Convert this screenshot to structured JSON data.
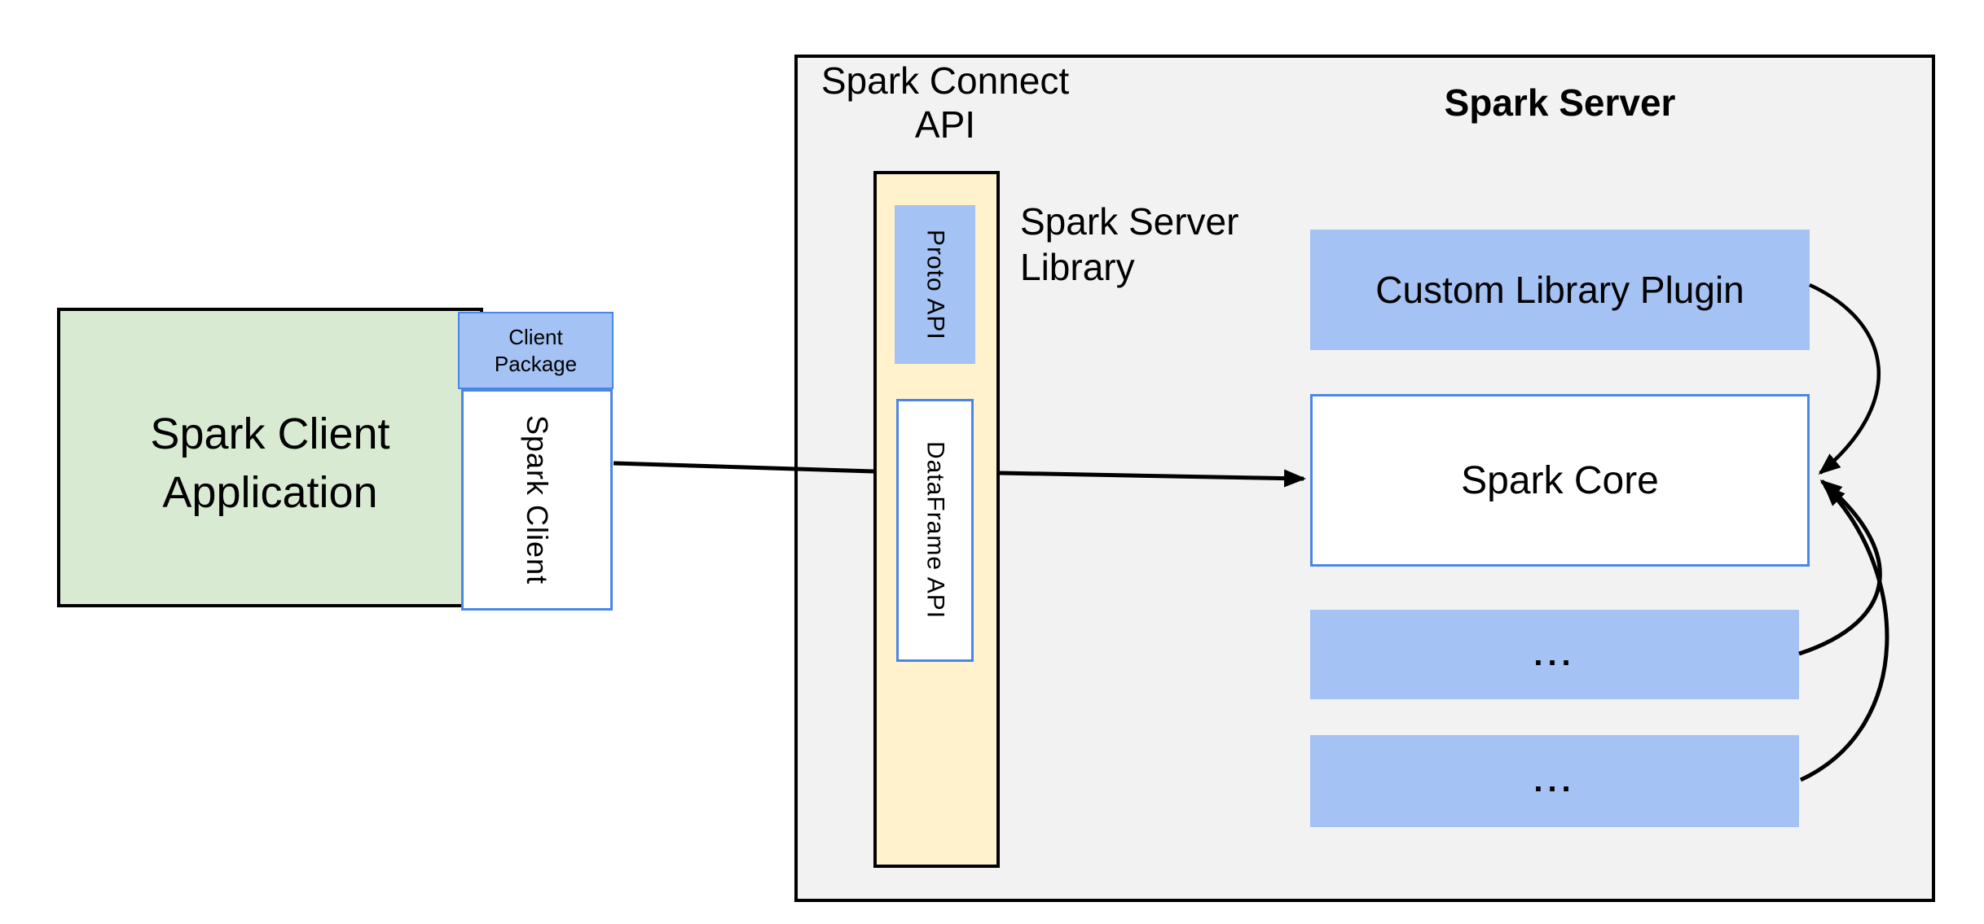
{
  "diagram": {
    "client": {
      "app_label": "Spark Client Application",
      "client_package_label": "Client Package",
      "spark_client_label": "Spark Client"
    },
    "connect": {
      "api_title": "Spark Connect API",
      "proto_api_label": "Proto API",
      "dataframe_api_label": "DataFrame API",
      "server_library_label": "Spark Server Library"
    },
    "server": {
      "title": "Spark Server",
      "custom_library_plugin_label": "Custom Library Plugin",
      "spark_core_label": "Spark Core",
      "ellipsis_box_1_label": "...",
      "ellipsis_box_2_label": "..."
    },
    "colors": {
      "client_app_fill": "#d9ead3",
      "package_fill": "#a4c2f4",
      "library_fill": "#fff2cc",
      "server_fill": "#f2f2f2",
      "blue_border": "#4a86e8",
      "black_line": "#000000"
    }
  }
}
